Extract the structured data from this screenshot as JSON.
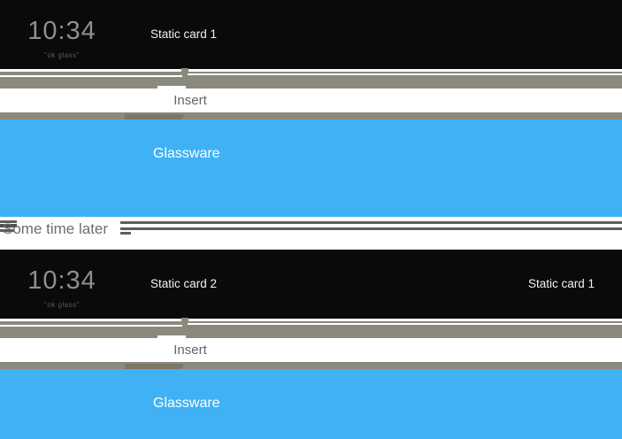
{
  "colors": {
    "card_black": "#0a0a0a",
    "timeline_gray": "#8b897d",
    "timeline_gray_dark": "#7b7868",
    "glassware_blue": "#40b1f5",
    "divider_line": "#5d5d5d",
    "clock_text": "#8f8f8f",
    "hotword_text": "#5a5a5a",
    "card_label": "#f2f2f2",
    "insert_text": "#646464",
    "divider_text": "#6e6e6e",
    "glassware_text": "#ffffff"
  },
  "sections": {
    "before": {
      "clock": "10:34",
      "hotword": "\"ok glass\"",
      "card_label": "Static card 1",
      "insert_label": "Insert",
      "glassware_label": "Glassware"
    },
    "after": {
      "clock": "10:34",
      "hotword": "\"ok glass\"",
      "card_label": "Static card 2",
      "right_card_label": "Static card 1",
      "insert_label": "Insert",
      "glassware_label": "Glassware"
    }
  },
  "divider": {
    "label": "Some time later"
  }
}
